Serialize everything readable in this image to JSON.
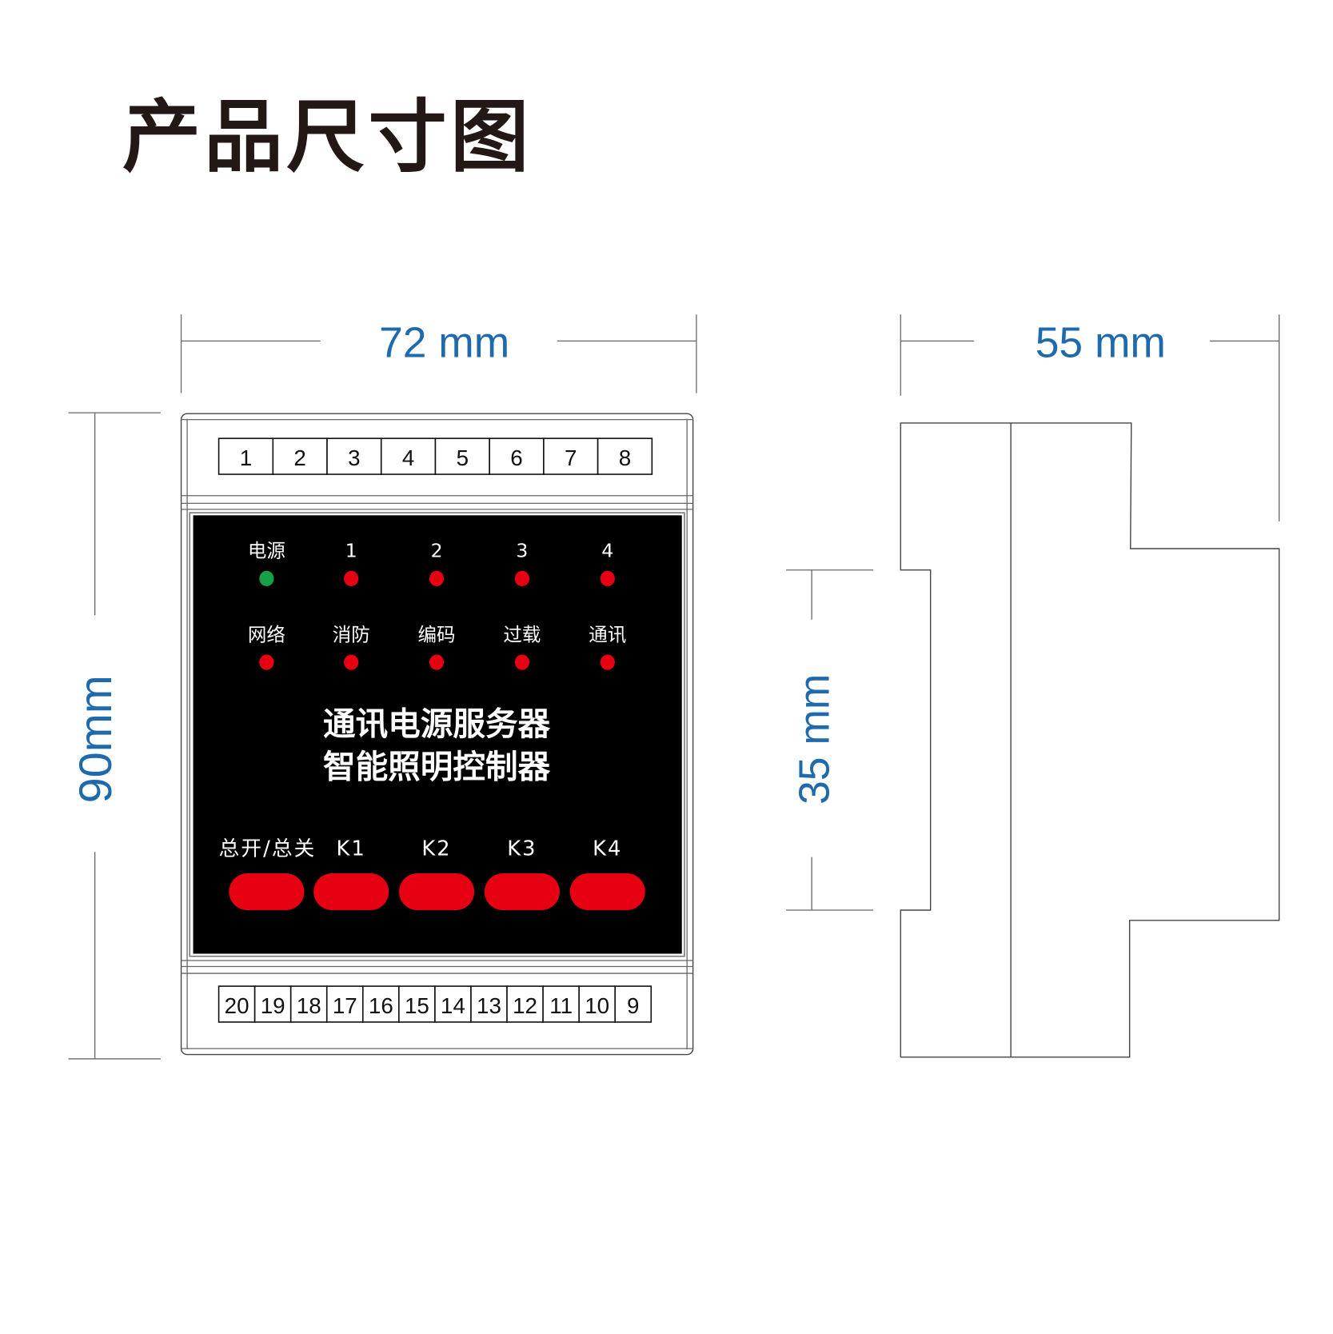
{
  "title": "产品尺寸图",
  "dimensions": {
    "width": "72 mm",
    "depth": "55 mm",
    "height": "90mm",
    "rail": "35 mm"
  },
  "device": {
    "top_terminals": [
      "1",
      "2",
      "3",
      "4",
      "5",
      "6",
      "7",
      "8"
    ],
    "bottom_terminals": [
      "20",
      "19",
      "18",
      "17",
      "16",
      "15",
      "14",
      "13",
      "12",
      "11",
      "10",
      "9"
    ],
    "led_row1": [
      {
        "label": "电源",
        "color": "#17a047"
      },
      {
        "label": "1",
        "color": "#e60012"
      },
      {
        "label": "2",
        "color": "#e60012"
      },
      {
        "label": "3",
        "color": "#e60012"
      },
      {
        "label": "4",
        "color": "#e60012"
      }
    ],
    "led_row2": [
      {
        "label": "网络",
        "color": "#e60012"
      },
      {
        "label": "消防",
        "color": "#e60012"
      },
      {
        "label": "编码",
        "color": "#e60012"
      },
      {
        "label": "过载",
        "color": "#e60012"
      },
      {
        "label": "通讯",
        "color": "#e60012"
      }
    ],
    "name_line1": "通讯电源服务器",
    "name_line2": "智能照明控制器",
    "buttons": [
      "总开/总关",
      "K1",
      "K2",
      "K3",
      "K4"
    ],
    "button_color": "#e60012"
  },
  "colors": {
    "dimension_text": "#1f6aad",
    "title": "#231815",
    "panel": "#000000"
  }
}
